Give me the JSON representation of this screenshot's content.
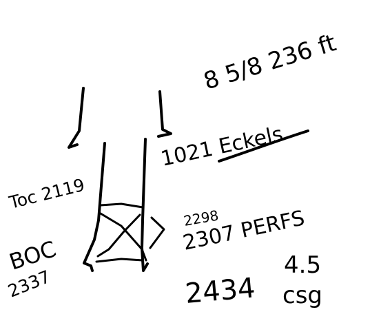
{
  "annotations": {
    "surface_casing": "8 5/8 236 ft",
    "formation_top": "1021 Eckels",
    "toc": "Toc 2119",
    "boc": "BOC",
    "boc_depth": "2337",
    "perfs_top": "2298",
    "perfs_bottom": "2307 PERFS",
    "production_depth": "2434",
    "production_size": "4.5",
    "production_label": "csg"
  },
  "colors": {
    "ink": "#000000",
    "paper": "#ffffff"
  }
}
